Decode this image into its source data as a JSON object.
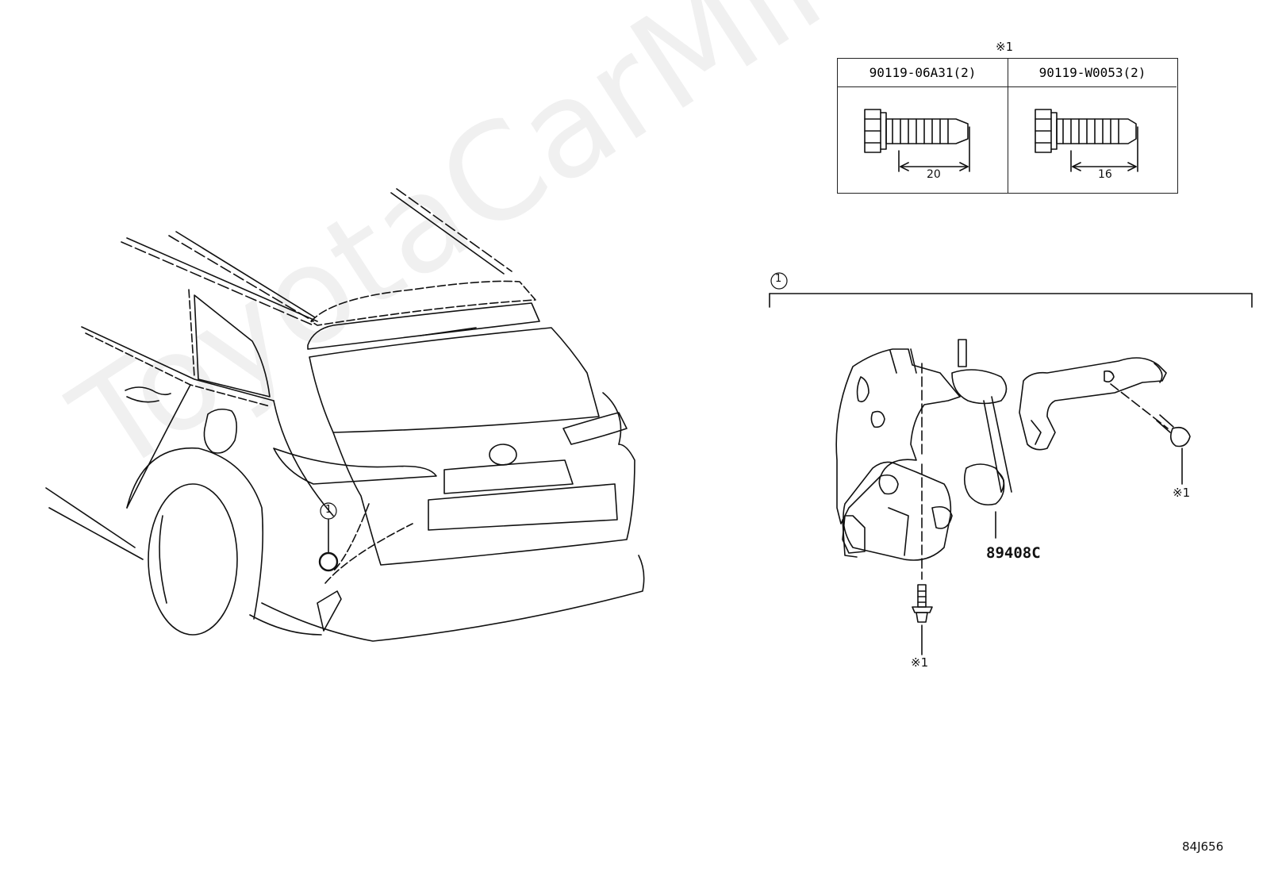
{
  "watermark": "ToyotaCarMine.ru",
  "note_symbol": "※1",
  "table": {
    "col1_part": "90119-06A31(2)",
    "col2_part": "90119-W0053(2)",
    "col1_length": "20",
    "col2_length": "16"
  },
  "callouts": {
    "ref_1": "1",
    "car_ref": "1",
    "sensor_part": "89408C",
    "bolt_ref_right": "※1",
    "bolt_ref_bottom": "※1"
  },
  "diagram_code": "84J656"
}
